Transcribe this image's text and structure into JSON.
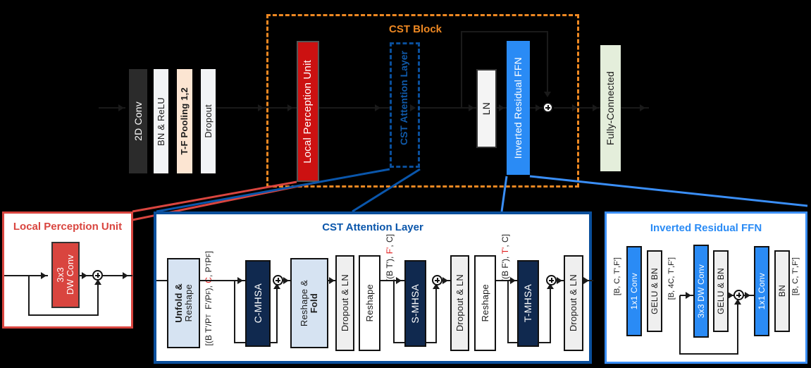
{
  "pipeline": {
    "blocks": [
      {
        "label": "2D Conv",
        "color": "#2b2b2b",
        "text": "#ffffff"
      },
      {
        "label": "BN & ReLU",
        "color": "#f2f4f6",
        "text": "#1a1a1a"
      },
      {
        "label": "T-F Pooling 1,2",
        "color": "#fce5d2",
        "text": "#1a1a1a"
      },
      {
        "label": "Dropout",
        "color": "#f2f4f6",
        "text": "#1a1a1a"
      },
      {
        "label": "Local Perception Unit",
        "color": "#cc1111",
        "text": "#ffffff"
      },
      {
        "label": "CST Attention Layer",
        "color": "transparent",
        "text": "#1059a8"
      },
      {
        "label": "LN",
        "color": "#f4f4f4",
        "text": "#1a1a1a"
      },
      {
        "label": "Inverted Residual FFN",
        "color": "#2a8bf5",
        "text": "#ffffff"
      },
      {
        "label": "Fully-Connected",
        "color": "#e4eedb",
        "text": "#1a1a1a"
      }
    ],
    "cst_block_title": "CST Block",
    "cst_block_color": "#ee8822",
    "attention_dash_color": "#0a4f9c"
  },
  "lpu_panel": {
    "title": "Local Perception Unit",
    "border_color": "#d9453f",
    "title_color": "#d9453f",
    "conv": {
      "line1": "3x3",
      "line2": "DW Conv",
      "color": "#d9453f"
    }
  },
  "cst_panel": {
    "title": "CST Attention Layer",
    "border_color": "#0a4f9c",
    "title_color": "#0a56ab",
    "shape_labels": [
      {
        "prefix": "[(B T'/P",
        "sub1": "T",
        "mid": "  F'/P",
        "sub2": "F",
        "tail": "), ",
        "accent": "C",
        "rest": ", P"
      },
      {
        "text": "[(B T'), F', C]",
        "accent": "F'"
      },
      {
        "text": "[(B F'), T', C]",
        "accent": "T'"
      }
    ],
    "shape1_full": "[(B T'/PT  F'/PF), C, PTPF]",
    "shape2_full": "[(B T'), F', C]",
    "shape3_full": "[(B F'), T', C]",
    "stages": [
      {
        "name": "unfold-reshape",
        "l1": "Unfold &",
        "l2": "Reshape",
        "bold1": true,
        "bold2": false,
        "color": "#d6e3f2"
      },
      {
        "name": "c-mhsa",
        "l1": "C-MHSA",
        "l2": "",
        "bold1": false,
        "bold2": false,
        "color": "#10294f",
        "text": "#ffffff"
      },
      {
        "name": "reshape-fold",
        "l1": "Reshape &",
        "l2": "Fold",
        "bold1": false,
        "bold2": true,
        "color": "#d6e3f2"
      },
      {
        "name": "dropout-ln-1",
        "l1": "Dropout & LN",
        "l2": "",
        "bold1": false,
        "bold2": false,
        "color": "#efefef"
      },
      {
        "name": "reshape-1",
        "l1": "Reshape",
        "l2": "",
        "bold1": false,
        "bold2": false,
        "color": "#ffffff"
      },
      {
        "name": "s-mhsa",
        "l1": "S-MHSA",
        "l2": "",
        "bold1": false,
        "bold2": false,
        "color": "#10294f",
        "text": "#ffffff"
      },
      {
        "name": "dropout-ln-2",
        "l1": "Dropout & LN",
        "l2": "",
        "bold1": false,
        "bold2": false,
        "color": "#efefef"
      },
      {
        "name": "reshape-2",
        "l1": "Reshape",
        "l2": "",
        "bold1": false,
        "bold2": false,
        "color": "#ffffff"
      },
      {
        "name": "t-mhsa",
        "l1": "T-MHSA",
        "l2": "",
        "bold1": false,
        "bold2": false,
        "color": "#10294f",
        "text": "#ffffff"
      },
      {
        "name": "dropout-ln-3",
        "l1": "Dropout & LN",
        "l2": "",
        "bold1": false,
        "bold2": false,
        "color": "#efefef"
      }
    ]
  },
  "ffn_panel": {
    "title": "Inverted Residual FFN",
    "border_color": "#3a8ef6",
    "title_color": "#2a8bf5",
    "blocks": [
      {
        "label": "1x1 Conv",
        "color": "#2a8bf5",
        "text": "#ffffff"
      },
      {
        "label": "GELU & BN",
        "color": "#efefef",
        "text": "#1a1a1a"
      },
      {
        "label": "3x3 DW Conv",
        "color": "#2a8bf5",
        "text": "#ffffff"
      },
      {
        "label": "GELU & BN",
        "color": "#efefef",
        "text": "#1a1a1a"
      },
      {
        "label": "1x1 Conv",
        "color": "#2a8bf5",
        "text": "#ffffff"
      },
      {
        "label": "BN",
        "color": "#efefef",
        "text": "#1a1a1a"
      }
    ],
    "shapes": [
      "[B, C, T',F']",
      "[B, 4C, T',F']",
      "[B, C, T',F']"
    ]
  }
}
